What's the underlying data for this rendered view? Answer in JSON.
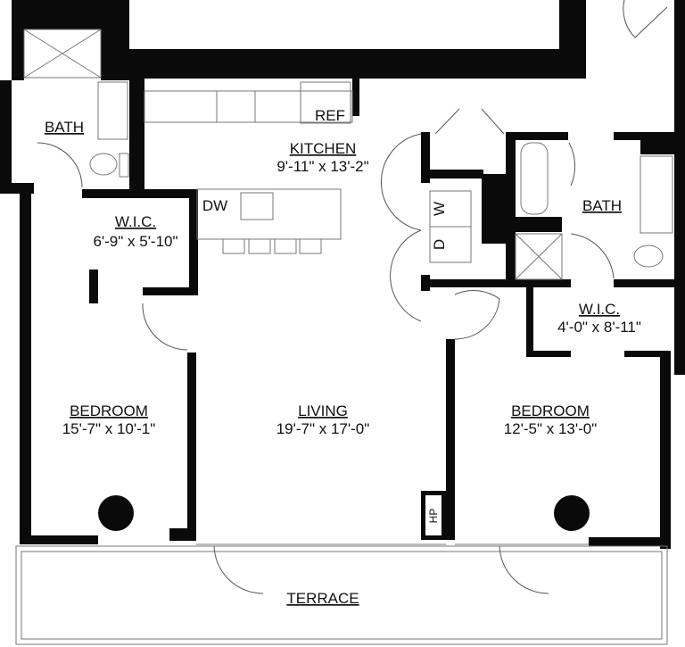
{
  "rooms": {
    "bath_left": {
      "name": "BATH"
    },
    "kitchen": {
      "name": "KITCHEN",
      "size": "9'-11\" x 13'-2\""
    },
    "wic_left": {
      "name": "W.I.C.",
      "size": "6'-9\" x 5'-10\""
    },
    "bath_right": {
      "name": "BATH"
    },
    "wic_right": {
      "name": "W.I.C.",
      "size": "4'-0\" x 8'-11\""
    },
    "bedroom_left": {
      "name": "BEDROOM",
      "size": "15'-7\" x 10'-1\""
    },
    "living": {
      "name": "LIVING",
      "size": "19'-7\" x 17'-0\""
    },
    "bedroom_right": {
      "name": "BEDROOM",
      "size": "12'-5\" x 13'-0\""
    },
    "terrace": {
      "name": "TERRACE"
    }
  },
  "fixtures": {
    "refrigerator": "REF",
    "dishwasher": "DW",
    "washer": "W",
    "dryer": "D",
    "heat_pump": "HP"
  },
  "colors": {
    "wall": "#0a0a0a",
    "background": "#ffffff",
    "fixture_line": "#777777"
  }
}
